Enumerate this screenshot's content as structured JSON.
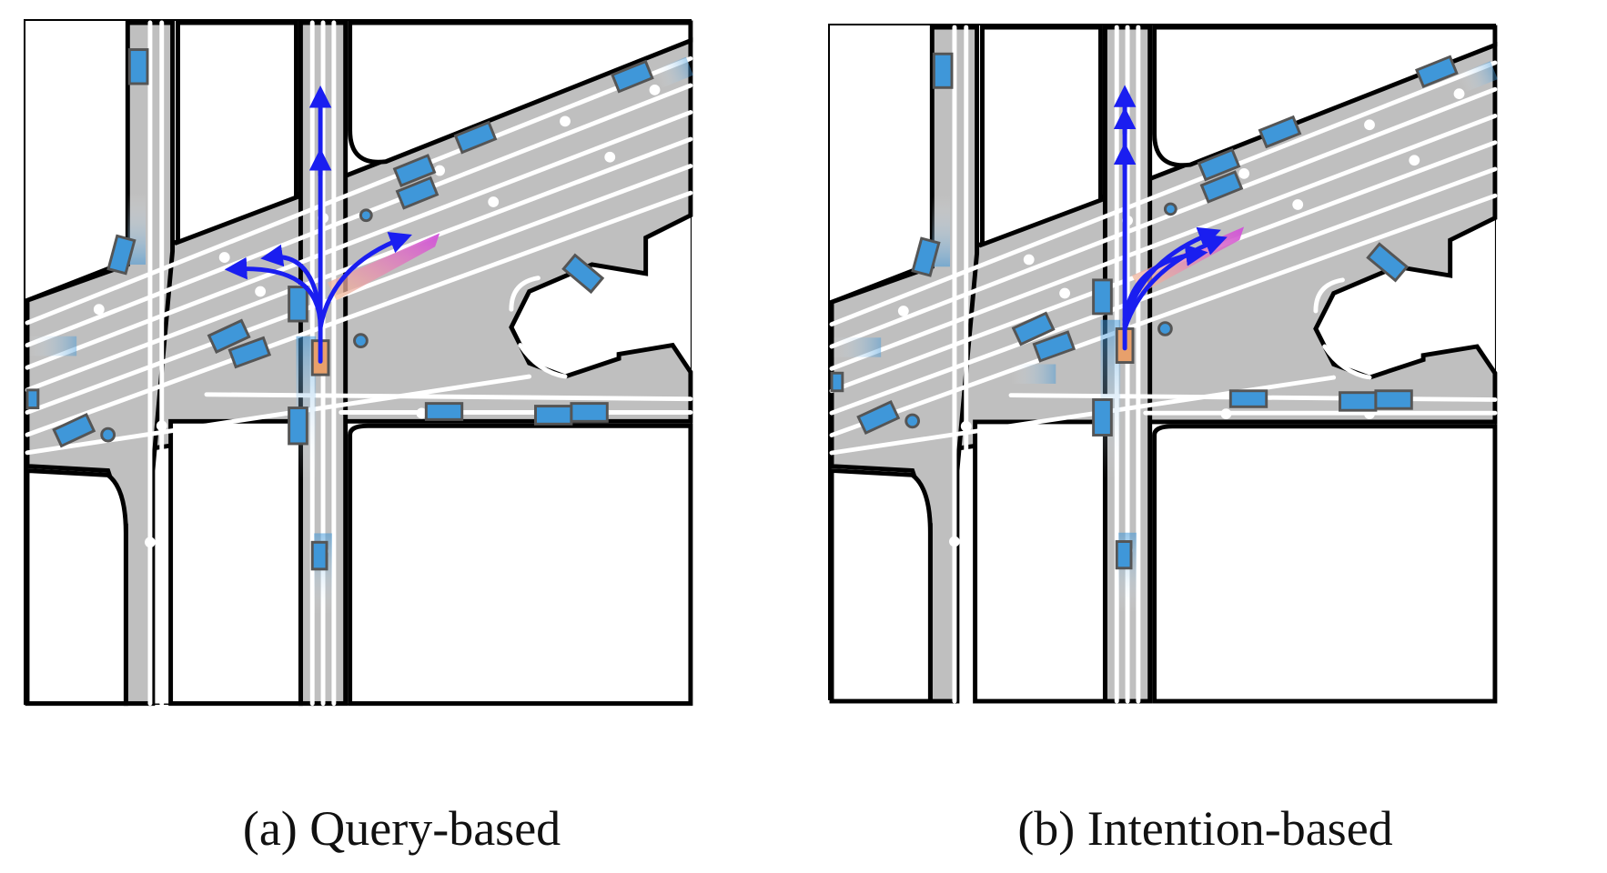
{
  "panels": [
    {
      "id": "a",
      "caption": "(a) Query-based"
    },
    {
      "id": "b",
      "caption": "(b) Intention-based"
    }
  ],
  "colors": {
    "road": "#bfbfbf",
    "lane_marking": "#ffffff",
    "road_edge": "#000000",
    "vehicle": "#3f97d9",
    "ego_vehicle": "#e8a06b",
    "trajectory": "#1a1ef0",
    "prediction_cone": "#d46ad8"
  },
  "icons": [
    "vehicle-rect",
    "ego-vehicle-rect",
    "trajectory-arrow"
  ]
}
